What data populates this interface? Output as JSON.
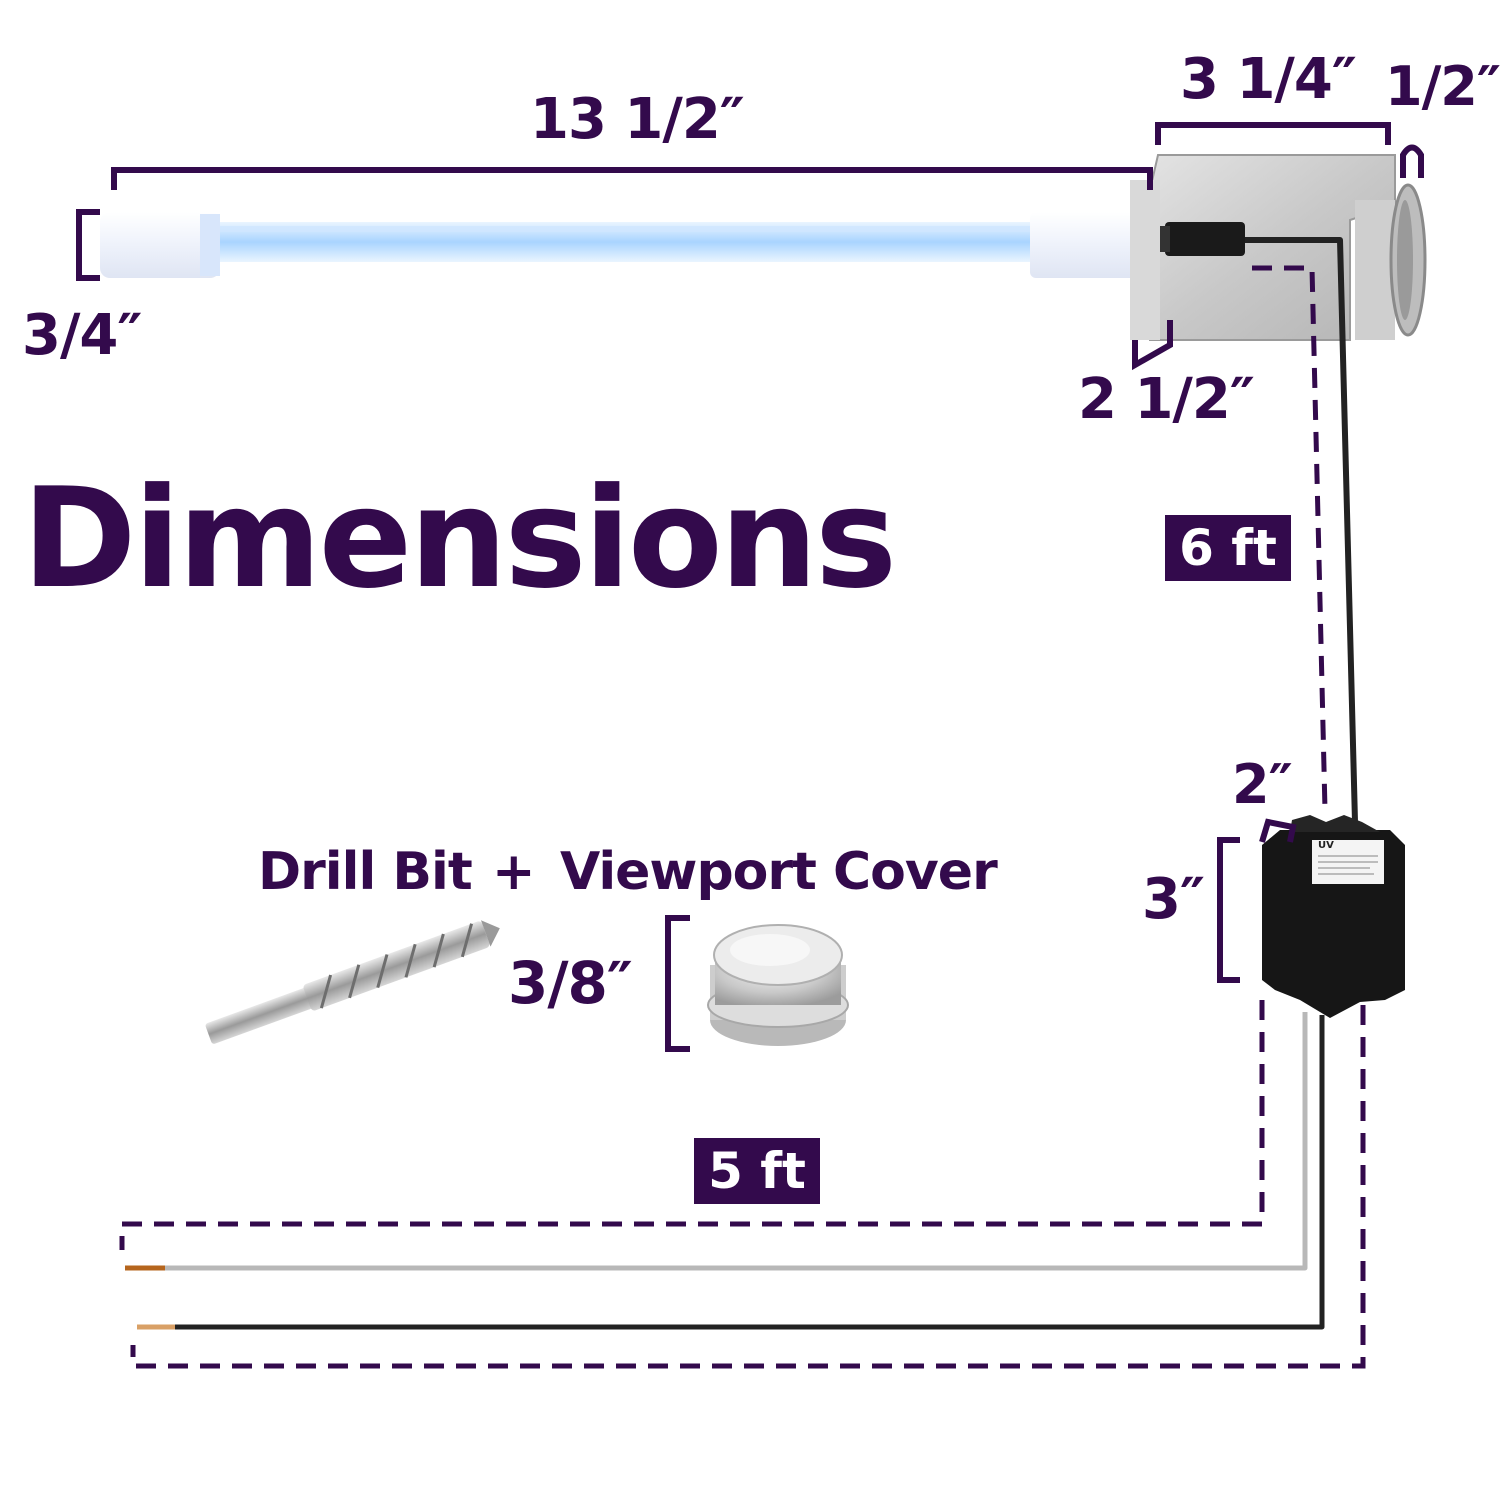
{
  "title": "Dimensions",
  "dimensions": {
    "lamp_length": "13 1/2″",
    "lamp_diameter": "3/4″",
    "bracket_width": "3 1/4″",
    "bracket_gap": "1/2″",
    "bracket_height": "2 1/2″",
    "ballast_depth": "2″",
    "ballast_height": "3″",
    "viewport_size": "3/8″"
  },
  "cables": {
    "lamp_cord": "6 ft",
    "power_cord": "5 ft"
  },
  "accessories": {
    "drill_bit": "Drill Bit",
    "plus": "+",
    "viewport_cover": "Viewport Cover"
  },
  "ballast_label_brand": "UV",
  "colors": {
    "accent": "#330a4c",
    "lamp_glow": "#a9d4ff",
    "ballast": "#111111",
    "cable": "#222222"
  }
}
